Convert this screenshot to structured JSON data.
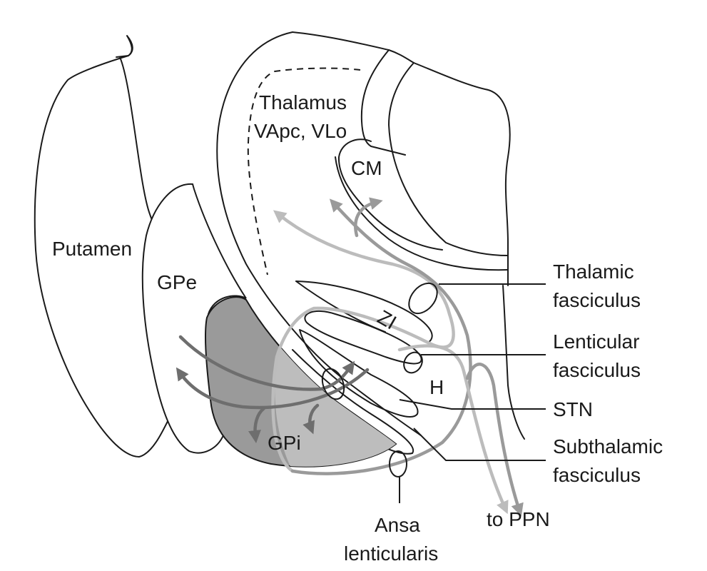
{
  "figure": {
    "type": "anatomical-diagram",
    "subject": "Basal ganglia output pathways"
  },
  "colors": {
    "outline": "#1a1a1a",
    "gpi_dark_fill": "#9a9a9a",
    "gpi_light_fill": "#bdbdbd",
    "pathway_dark": "#6e6e6e",
    "pathway_mid": "#9a9a9a",
    "pathway_light": "#bcbcbc"
  },
  "structures": {
    "putamen": "Putamen",
    "gpe": "GPe",
    "gpi": "GPi",
    "thalamus_line1": "Thalamus",
    "thalamus_line2": "VApc, VLo",
    "cm": "CM",
    "zi": "ZI",
    "h": "H"
  },
  "callouts": {
    "thalamic_fasciculus": [
      "Thalamic",
      "fasciculus"
    ],
    "lenticular_fasciculus": [
      "Lenticular",
      "fasciculus"
    ],
    "stn": "STN",
    "subthalamic_fasciculus": [
      "Subthalamic",
      "fasciculus"
    ],
    "ansa_lenticularis": [
      "Ansa",
      "lenticularis"
    ],
    "to_ppn": "to PPN"
  }
}
